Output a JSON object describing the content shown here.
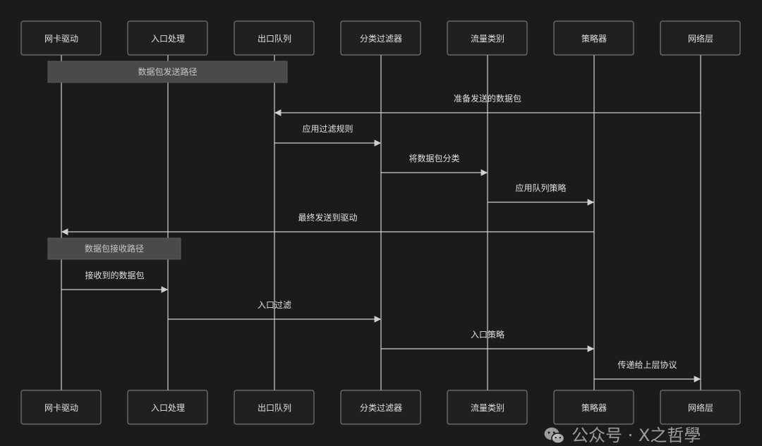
{
  "participants": [
    "网卡驱动",
    "入口处理",
    "出口队列",
    "分类过滤器",
    "流量类别",
    "策略器",
    "网络层"
  ],
  "notes": [
    {
      "text": "数据包发送路径",
      "from": 0,
      "to": 2,
      "after_message": 0
    },
    {
      "text": "数据包接收路径",
      "from": 0,
      "to": 1,
      "after_message": 5
    }
  ],
  "messages": [
    {
      "from": 6,
      "to": 2,
      "label": "准备发送的数据包"
    },
    {
      "from": 2,
      "to": 3,
      "label": "应用过滤规则"
    },
    {
      "from": 3,
      "to": 4,
      "label": "将数据包分类"
    },
    {
      "from": 4,
      "to": 5,
      "label": "应用队列策略"
    },
    {
      "from": 5,
      "to": 0,
      "label": "最终发送到驱动"
    },
    {
      "from": 0,
      "to": 1,
      "label": "接收到的数据包"
    },
    {
      "from": 1,
      "to": 3,
      "label": "入口过滤"
    },
    {
      "from": 3,
      "to": 5,
      "label": "入口策略"
    },
    {
      "from": 5,
      "to": 6,
      "label": "传递给上层协议"
    }
  ],
  "watermark": {
    "text": "公众号 · X之哲學",
    "icon": "wechat-icon"
  },
  "colors": {
    "background": "#1b1b1b",
    "box_fill": "#1f2020",
    "box_stroke": "#8a8a8a",
    "line": "#d0d0d0",
    "note_fill": "#4a4a4a",
    "text": "#e0e0e0"
  }
}
